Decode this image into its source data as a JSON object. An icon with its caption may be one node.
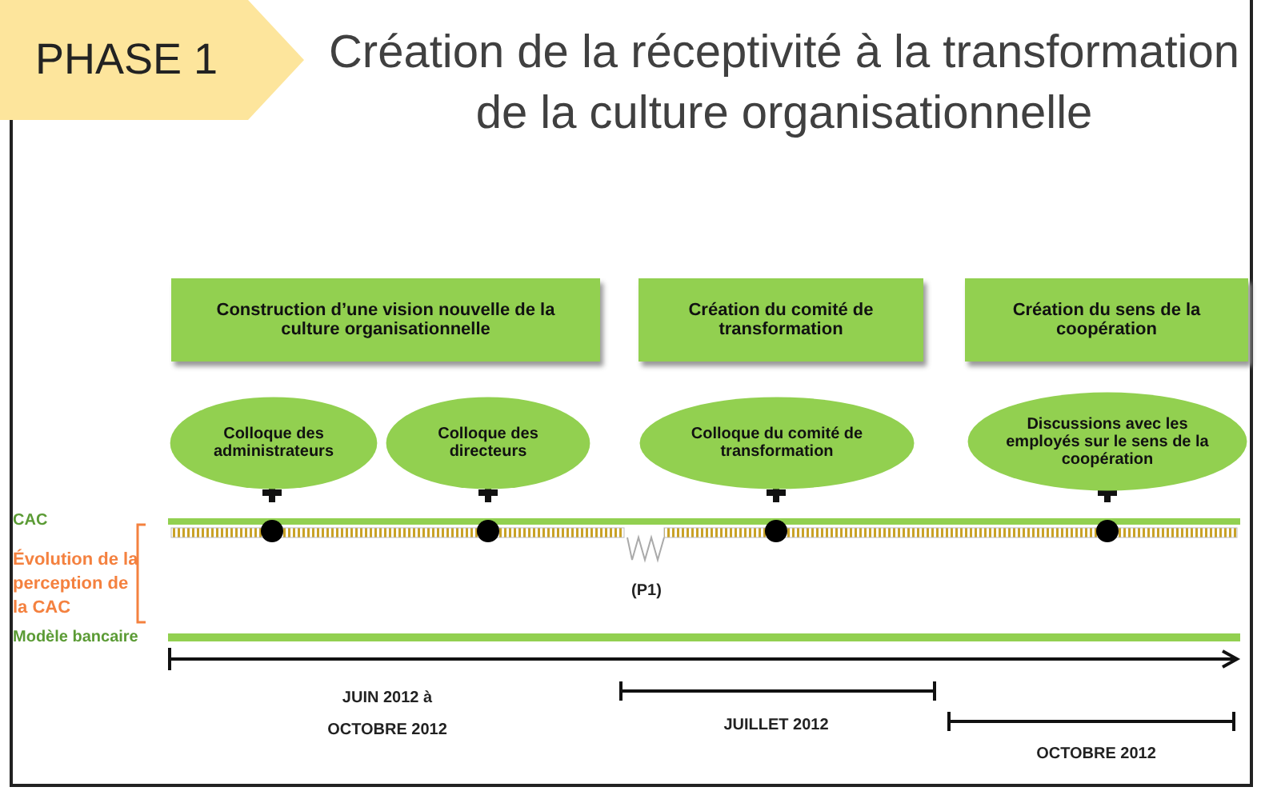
{
  "diagram": {
    "title": "Création de la réceptivité à la transformation de la culture organisationnelle",
    "nodes": [
      {
        "text": [
          "PHASE 1"
        ]
      },
      {
        "text": [
          "Construction d’une vision nouvelle de la culture organisationnelle"
        ]
      },
      {
        "text": [
          "Création du comité de transformation"
        ]
      },
      {
        "text": [
          "Création du sens de la coopération"
        ]
      },
      {
        "text": [
          "Colloque des administrateurs"
        ]
      },
      {
        "text": [
          "Colloque des directeurs"
        ]
      },
      {
        "text": [
          "Colloque du comité de transformation"
        ]
      },
      {
        "text": [
          "Discussions avec les employés sur le sens de la coopération"
        ]
      }
    ],
    "labels": [
      "CAC",
      "Évolution de la perception de la CAC",
      "Modèle bancaire",
      "(P1)",
      "JUIN 2012 à OCTOBRE 2012",
      "JUILLET 2012",
      "OCTOBRE 2012"
    ]
  }
}
